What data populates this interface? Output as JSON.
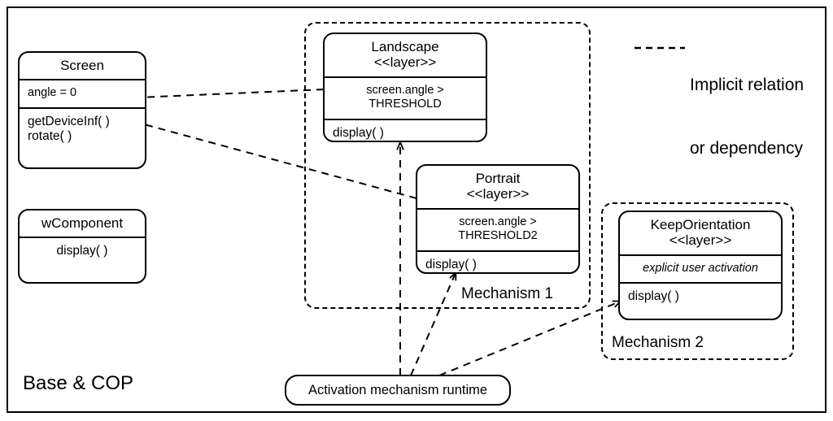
{
  "diagram": {
    "outer_frame_label": "Base & COP",
    "legend": {
      "icon": "dashed-line-icon",
      "line1": "Implicit relation",
      "line2": "or dependency"
    },
    "groups": [
      {
        "name": "mechanism-1",
        "label": "Mechanism 1"
      },
      {
        "name": "mechanism-2",
        "label": "Mechanism 2"
      }
    ],
    "classes": {
      "screen": {
        "title": "Screen",
        "stereotype": "",
        "attributes": "angle = 0",
        "operations_line1": "getDeviceInf( )",
        "operations_line2": "rotate( )"
      },
      "wcomponent": {
        "title": "wComponent",
        "operations": "display( )"
      },
      "landscape": {
        "title": "Landscape",
        "stereotype": "<<layer>>",
        "condition": "screen.angle > THRESHOLD",
        "operations": "display( )"
      },
      "portrait": {
        "title": "Portrait",
        "stereotype": "<<layer>>",
        "condition": "screen.angle > THRESHOLD2",
        "operations": "display( )"
      },
      "keeporientation": {
        "title": "KeepOrientation",
        "stereotype": "<<layer>>",
        "condition": "explicit user activation",
        "operations": "display( )"
      }
    },
    "runtime_box": {
      "label": "Activation mechanism runtime"
    },
    "colors": {
      "stroke": "#000000",
      "background": "#ffffff"
    }
  }
}
